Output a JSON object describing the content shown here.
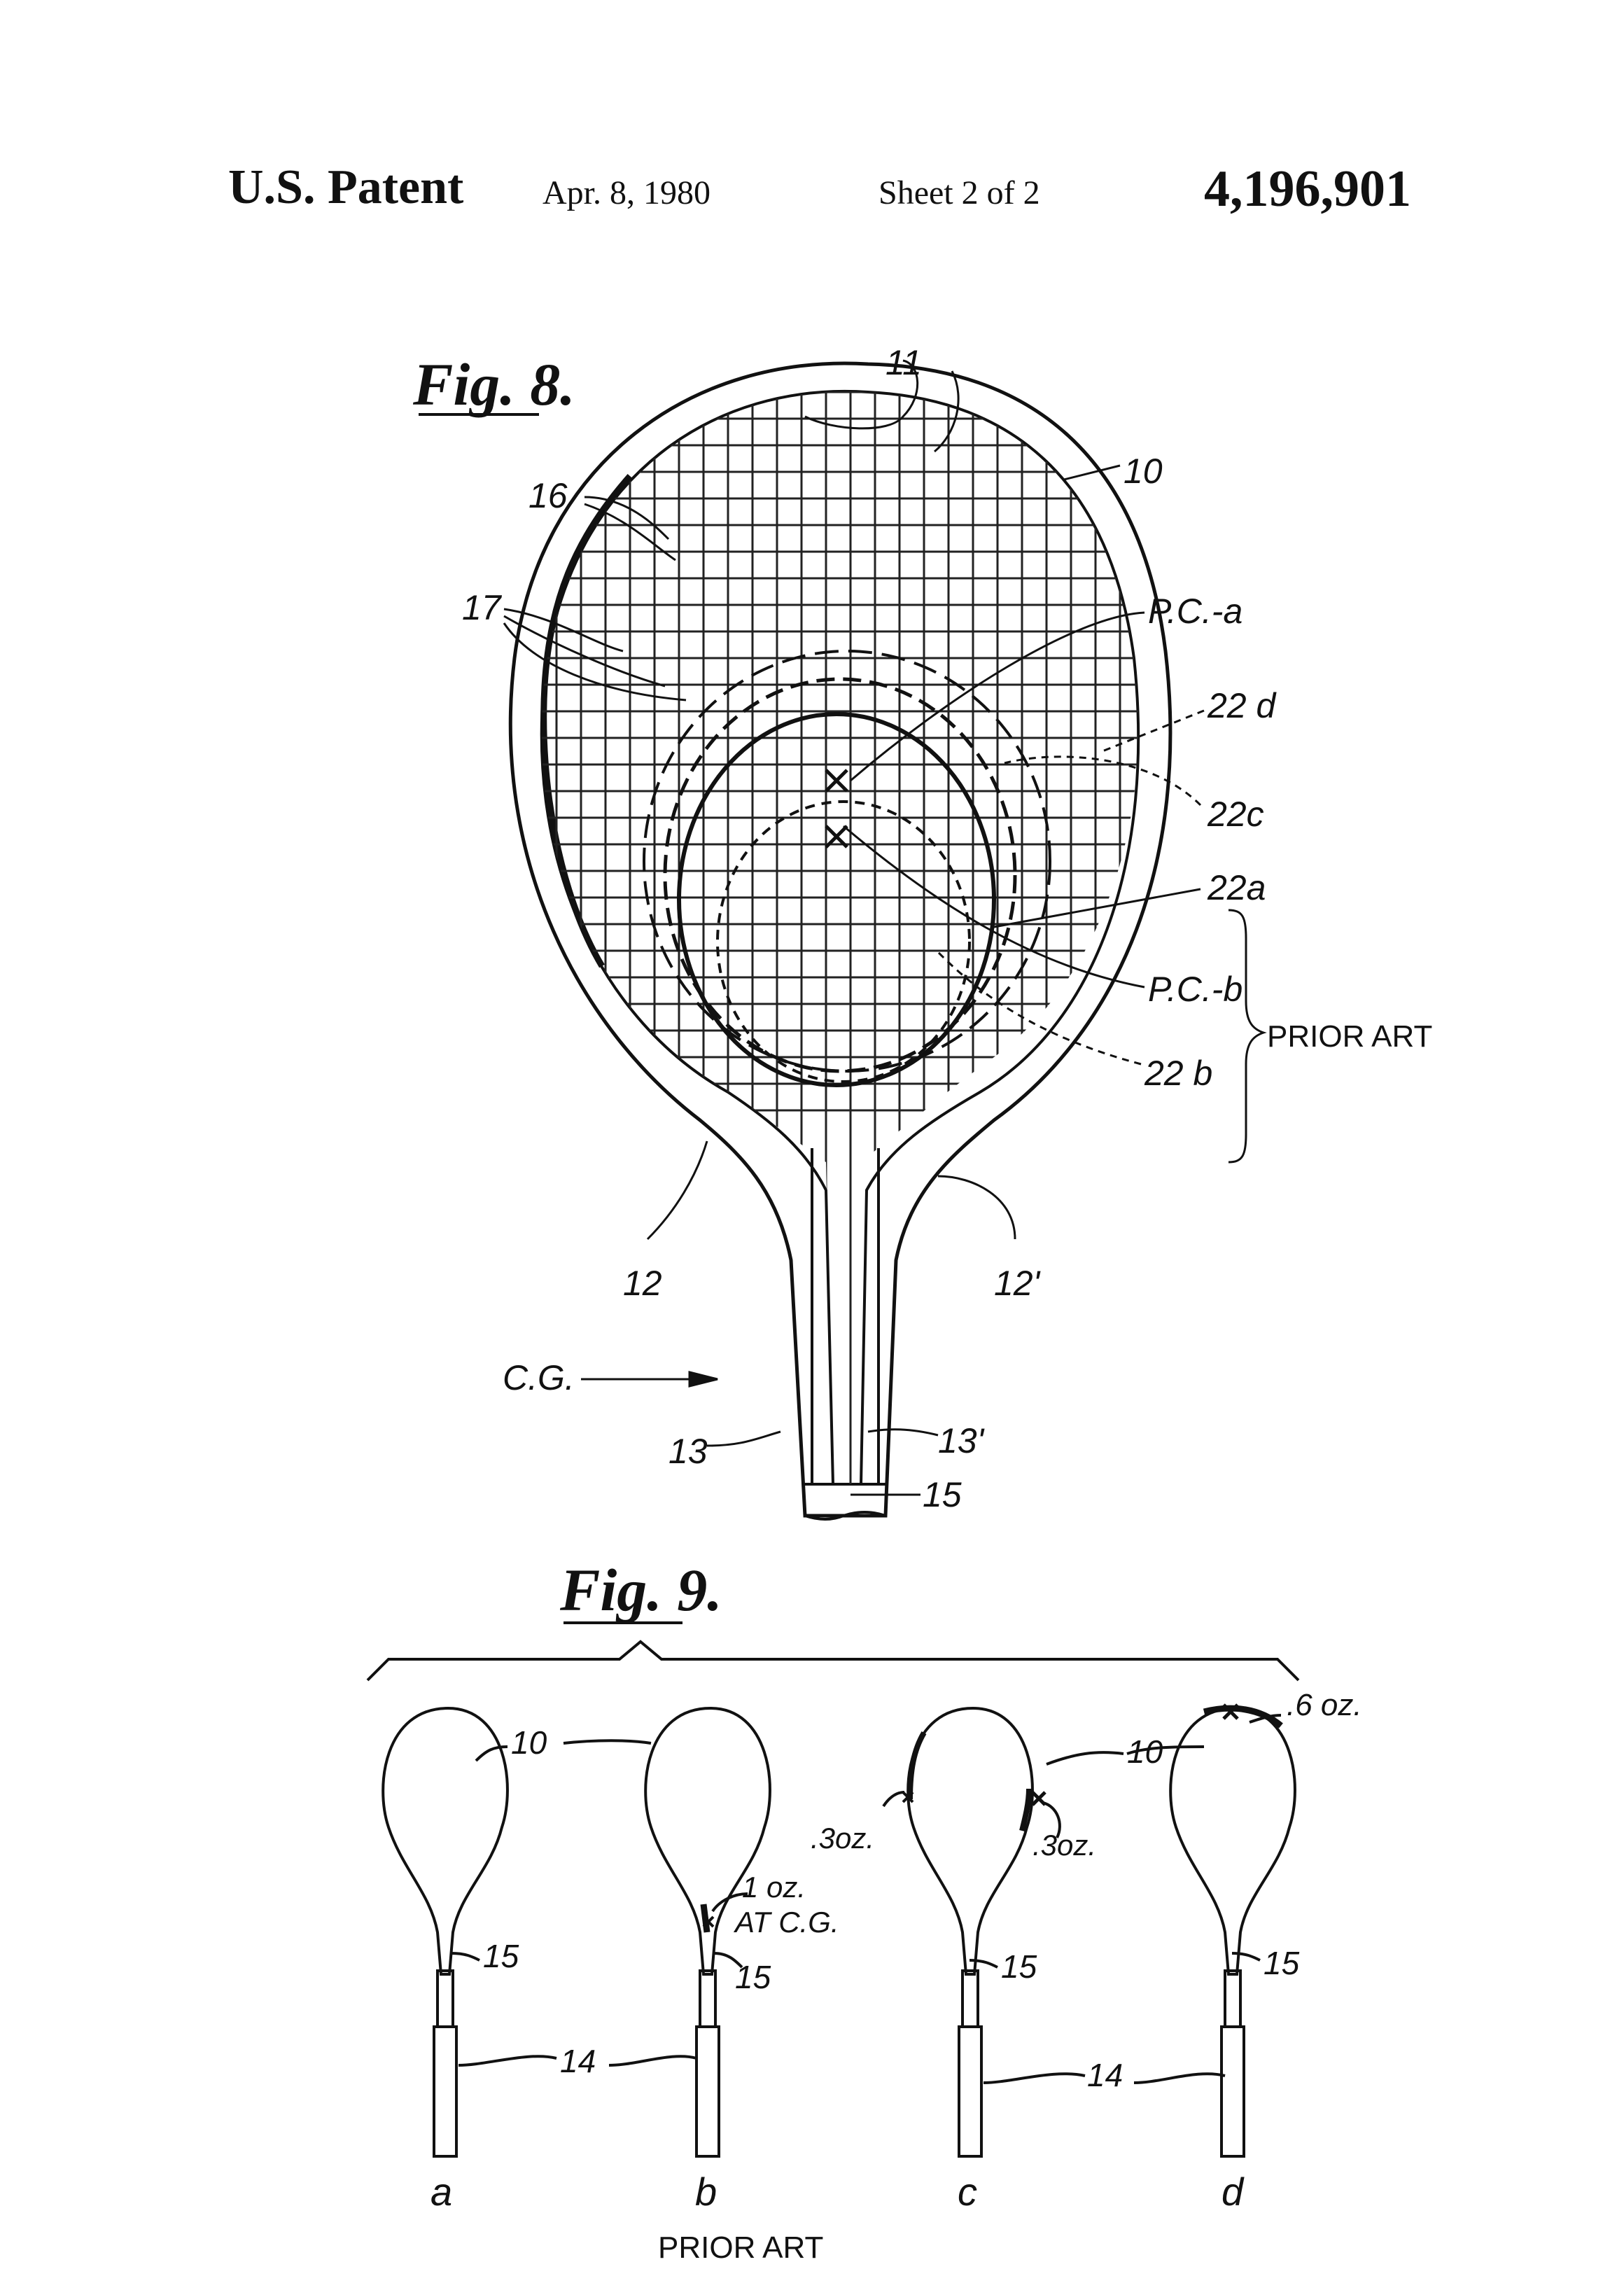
{
  "header": {
    "title": "U.S. Patent",
    "date": "Apr. 8, 1980",
    "sheet": "Sheet 2 of 2",
    "patent_number": "4,196,901"
  },
  "fig8": {
    "title": "Fig. 8.",
    "labels": {
      "l11": "11",
      "l10": "10",
      "l16": "16",
      "l17": "17",
      "pca": "P.C.-a",
      "l22d": "22 d",
      "l22c": "22c",
      "l22a": "22a",
      "pcb": "P.C.-b",
      "l22b": "22 b",
      "prior_art": "PRIOR ART",
      "l12": "12",
      "l12p": "12'",
      "cg": "C.G.",
      "l13": "13",
      "l13p": "13'",
      "l15": "15"
    }
  },
  "fig9": {
    "title": "Fig. 9.",
    "labels": {
      "l10a": "10",
      "l10b": "10",
      "l15a": "15",
      "l15b": "15",
      "l15c": "15",
      "l15d": "15",
      "l14a": "14",
      "l14b": "14",
      "oz1": "1 oz.",
      "atcg": "AT C.G.",
      "oz3a": ".3oz.",
      "oz3b": ".3oz.",
      "oz6": ".6 oz.",
      "a": "a",
      "b": "b",
      "c": "c",
      "d": "d",
      "prior_art": "PRIOR ART"
    }
  }
}
